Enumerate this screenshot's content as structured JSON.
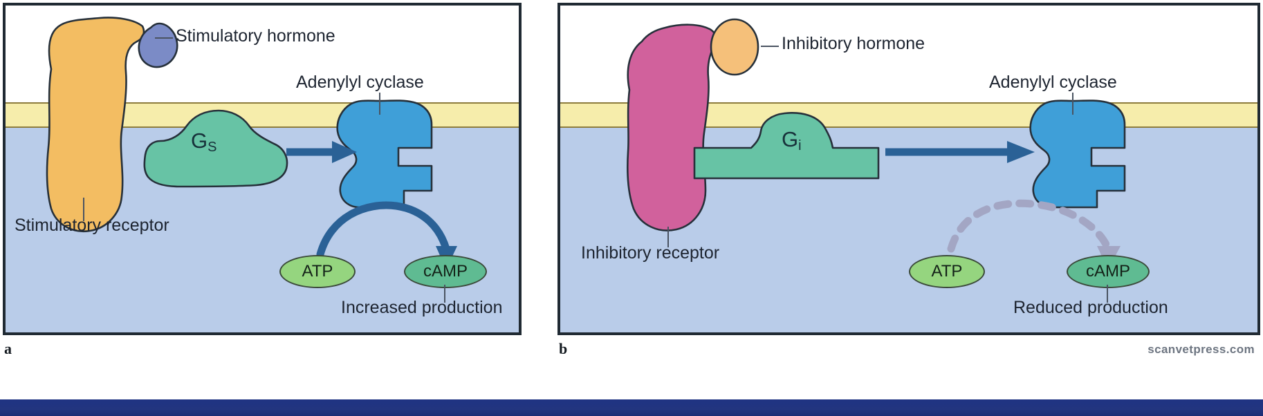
{
  "figure": {
    "watermark": "scanvetpress.com",
    "panel_a_letter": "a",
    "panel_b_letter": "b"
  },
  "colors": {
    "extracellular": "#ffffff",
    "membrane": "#f6edab",
    "membrane_border": "#8d7c3c",
    "cytosol": "#b9cce9",
    "stimulatory_receptor": "#f3bd62",
    "stimulatory_hormone": "#7b8bc6",
    "inhibitory_receptor": "#d1619c",
    "inhibitory_hormone": "#f5c07a",
    "g_protein": "#67c3a5",
    "adenylyl_cyclase": "#3f9fd8",
    "solid_arrow": "#2a6196",
    "dashed_arrow": "#a3a6c4",
    "atp_fill": "#95d57f",
    "camp_fill": "#5fbb92",
    "panel_border": "#202a33",
    "bottom_bar": "#22357f",
    "label_text": "#1d2430"
  },
  "panel_a": {
    "letter": "a",
    "labels": {
      "hormone": "Stimulatory hormone",
      "enzyme": "Adenylyl cyclase",
      "receptor": "Stimulatory receptor",
      "outcome": "Increased production"
    },
    "g_protein": {
      "symbol": "G",
      "subscript": "S"
    },
    "molecules": {
      "substrate": "ATP",
      "product": "cAMP"
    }
  },
  "panel_b": {
    "letter": "b",
    "labels": {
      "hormone": "Inhibitory hormone",
      "enzyme": "Adenylyl cyclase",
      "receptor": "Inhibitory receptor",
      "outcome": "Reduced production"
    },
    "g_protein": {
      "symbol": "G",
      "subscript": "i"
    },
    "molecules": {
      "substrate": "ATP",
      "product": "cAMP"
    }
  }
}
